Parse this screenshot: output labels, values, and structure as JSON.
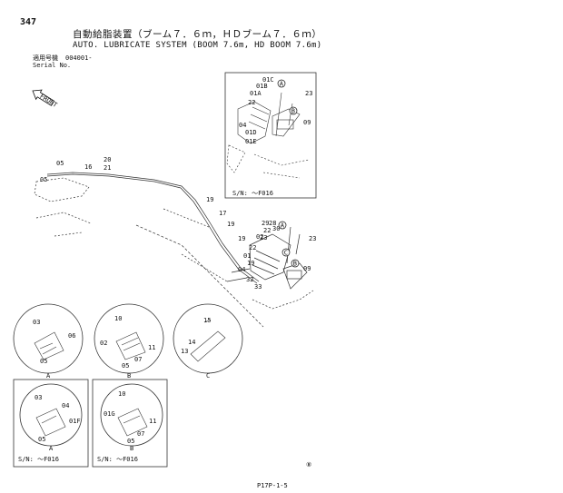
{
  "header": {
    "page_number": "347",
    "title_jp": "自動給脂装置（ブーム７．６ｍ，ＨＤブーム７．６ｍ）",
    "title_en": "AUTO. LUBRICATE SYSTEM (BOOM 7.6m, HD BOOM 7.6m)",
    "serial_label_jp": "適用号機",
    "serial_value": "004001-",
    "serial_label_en": "Serial No."
  },
  "front_marker": "FRONT",
  "main_labels": [
    "05",
    "05",
    "20",
    "16",
    "21",
    "19",
    "17",
    "19",
    "19",
    "22",
    "04",
    "32",
    "33",
    "02",
    "01",
    "19",
    "29",
    "22",
    "23",
    "30",
    "28",
    "A",
    "C",
    "B",
    "23",
    "09"
  ],
  "inset_top": {
    "labels": [
      "01C",
      "01B",
      "01A",
      "22",
      "04",
      "01D",
      "01E",
      "A",
      "B",
      "23",
      "09"
    ],
    "serial_note": "S/N: ～F016"
  },
  "detail_views": [
    {
      "id": "A",
      "labels": [
        "03",
        "06",
        "05"
      ],
      "caption": "A"
    },
    {
      "id": "B",
      "labels": [
        "10",
        "02",
        "11",
        "07",
        "05"
      ],
      "caption": "B"
    },
    {
      "id": "C",
      "labels": [
        "15",
        "14",
        "13"
      ],
      "caption": "C"
    }
  ],
  "bottom_views": [
    {
      "id": "A",
      "labels": [
        "03",
        "04",
        "01F",
        "05"
      ],
      "caption": "A",
      "serial_note": "S/N: ～F016"
    },
    {
      "id": "B",
      "labels": [
        "10",
        "01G",
        "11",
        "07",
        "05"
      ],
      "caption": "B",
      "serial_note": "S/N: ～F016"
    }
  ],
  "footer": {
    "symbol": "⑧",
    "doc_code": "P17P-1-5"
  }
}
